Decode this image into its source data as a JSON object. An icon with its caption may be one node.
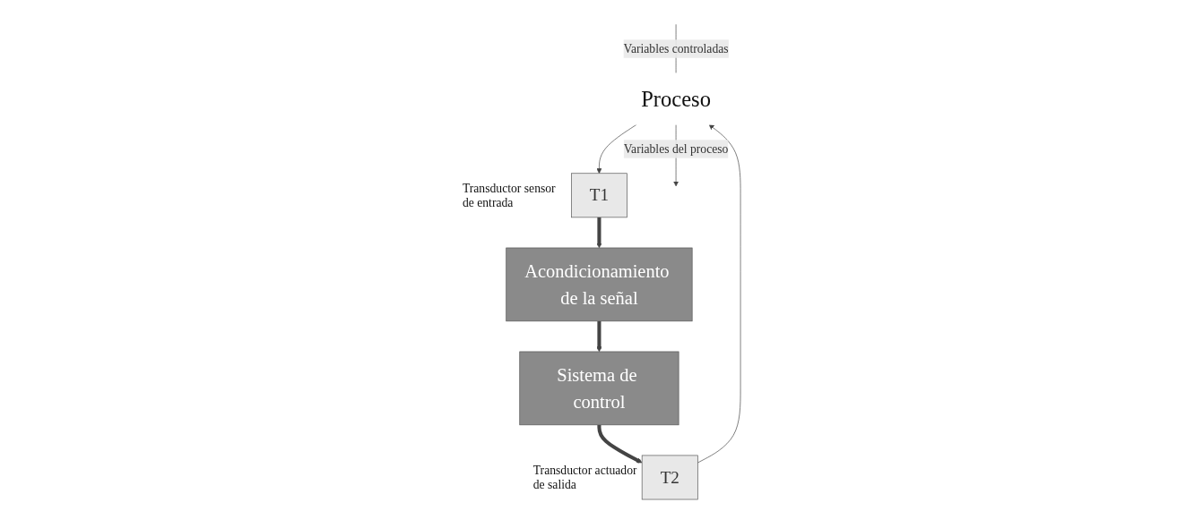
{
  "diagram": {
    "nodes": [
      {
        "text": [
          "Proceso"
        ]
      },
      {
        "text": [
          "T1"
        ],
        "beside": [
          "Transductor sensor de entrada"
        ]
      },
      {
        "text": [
          "T2"
        ],
        "beside": [
          "Transductor actuador de salida"
        ]
      },
      {
        "text": [
          "Acondicionamiento de la señal"
        ]
      },
      {
        "text": [
          "Sistema de control"
        ]
      }
    ],
    "edges": [
      {
        "from": 0,
        "to": null,
        "arrow": "to",
        "label": "Variables del proceso"
      },
      {
        "from": null,
        "to": 0,
        "arrow": "none",
        "label": "Variables controladas"
      },
      {
        "from": 0,
        "to": 1,
        "arrow": "to"
      },
      {
        "from": 1,
        "to": 3,
        "arrow": "to",
        "style": "thick"
      },
      {
        "from": 3,
        "to": 4,
        "arrow": "to",
        "style": "thick"
      },
      {
        "from": 4,
        "to": 2,
        "arrow": "to",
        "style": "thick"
      },
      {
        "from": 2,
        "to": 0,
        "arrow": "to"
      }
    ]
  }
}
